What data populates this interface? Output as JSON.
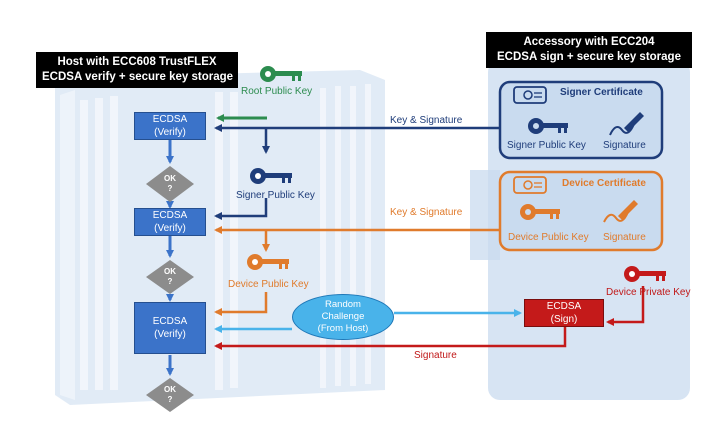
{
  "host": {
    "title_line1": "Host with ECC608 TrustFLEX",
    "title_line2": "ECDSA verify + secure key storage"
  },
  "accessory": {
    "title_line1": "Accessory with ECC204",
    "title_line2": "ECDSA sign + secure key storage"
  },
  "keys": {
    "root_public_key": "Root Public Key",
    "signer_public_key_host": "Signer Public Key",
    "device_public_key_host": "Device Public Key",
    "device_private_key": "Device Private Key"
  },
  "verify_blocks": [
    {
      "line1": "ECDSA",
      "line2": "(Verify)"
    },
    {
      "line1": "ECDSA",
      "line2": "(Verify)"
    },
    {
      "line1": "ECDSA",
      "line2": "(Verify)"
    }
  ],
  "decisions": [
    {
      "line1": "OK",
      "line2": "?"
    },
    {
      "line1": "OK",
      "line2": "?"
    },
    {
      "line1": "OK",
      "line2": "?"
    }
  ],
  "signer_certificate": {
    "title": "Signer Certificate",
    "public_key": "Signer Public Key",
    "signature": "Signature"
  },
  "device_certificate": {
    "title": "Device Certificate",
    "public_key": "Device Public Key",
    "signature": "Signature"
  },
  "arrows": {
    "key_signature_1": "Key & Signature",
    "key_signature_2": "Key & Signature",
    "signature": "Signature"
  },
  "challenge": {
    "line1": "Random",
    "line2": "Challenge",
    "line3": "(From Host)"
  },
  "sign_block": {
    "line1": "ECDSA",
    "line2": "(Sign)"
  },
  "colors": {
    "blue": "#3b73c9",
    "navy": "#1f3d7a",
    "orange": "#e07b2c",
    "green": "#2c8c4f",
    "red": "#c41a1a",
    "light_blue": "#49b3ea",
    "panel": "#c9dbef"
  }
}
